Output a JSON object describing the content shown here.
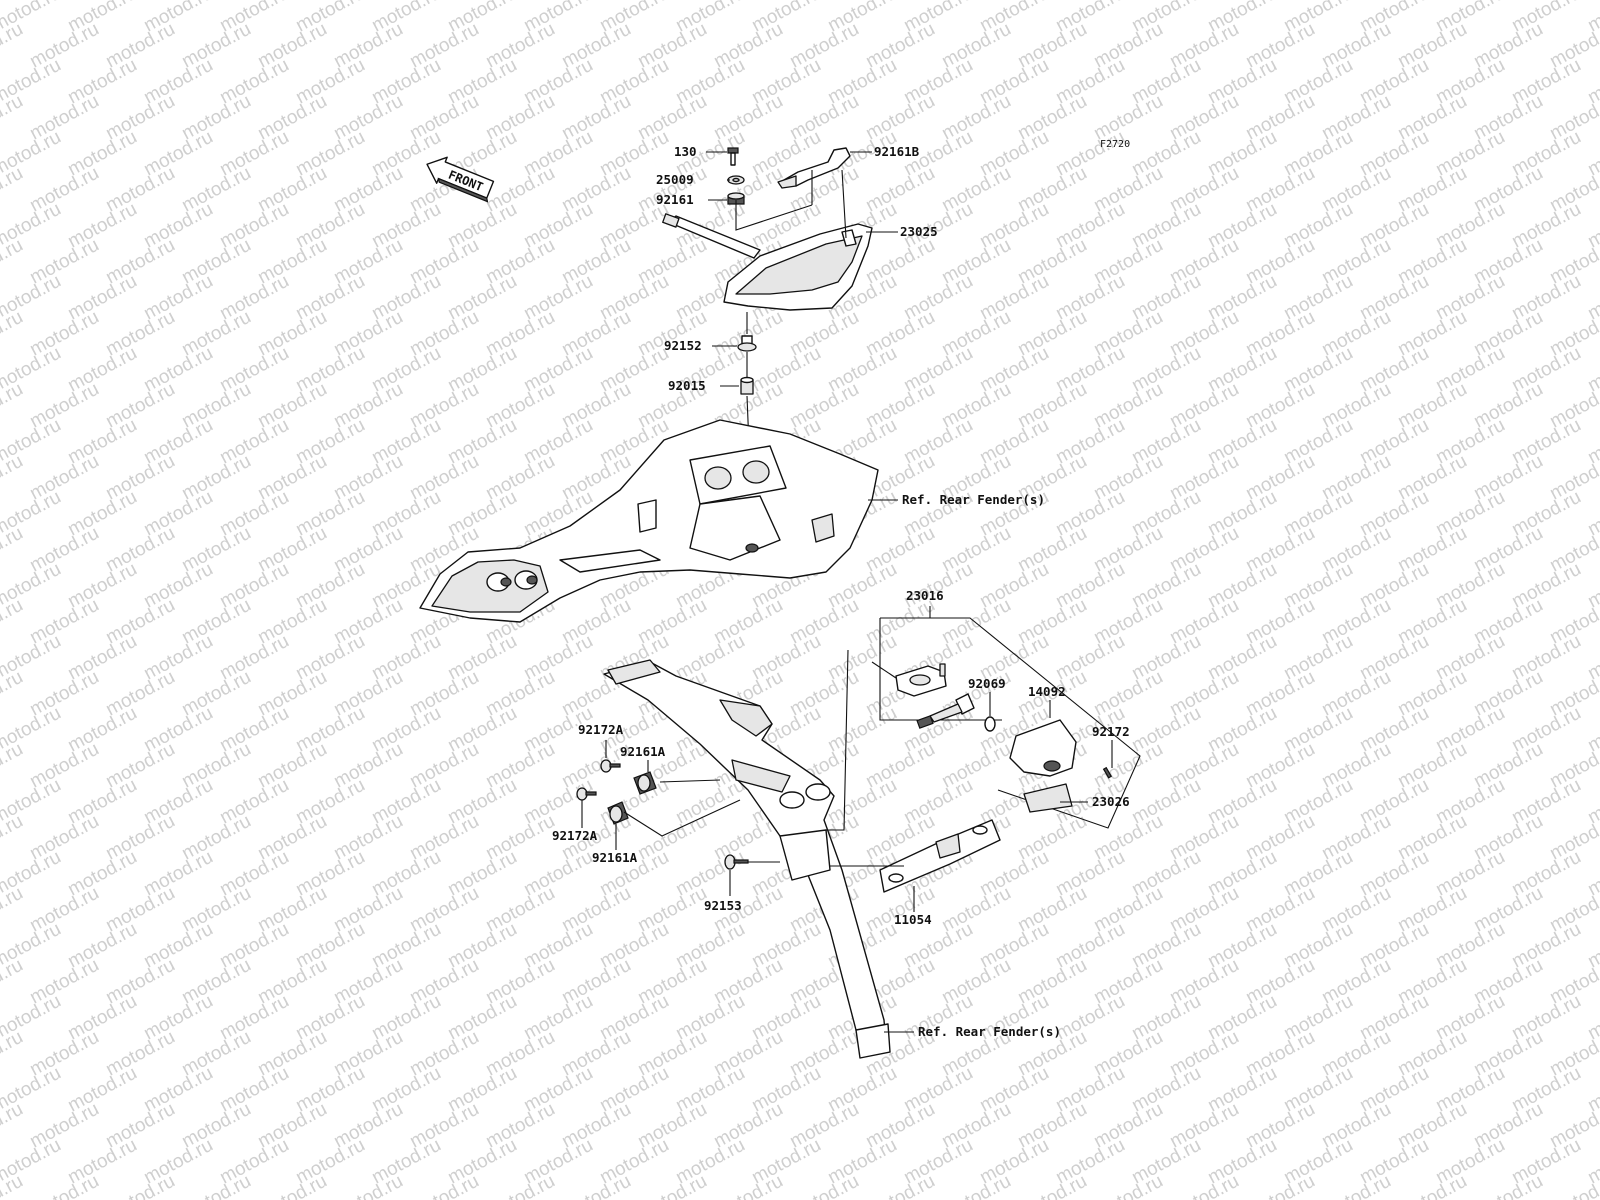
{
  "diagram_code": "F2720",
  "front_label": "FRONT",
  "watermark_text": "motod.ru",
  "labels": {
    "p130": "130",
    "p25009": "25009",
    "p92161": "92161",
    "p92161B": "92161B",
    "p23025": "23025",
    "p92152": "92152",
    "p92015": "92015",
    "ref_top": "Ref. Rear Fender(s)",
    "p23016": "23016",
    "p92069": "92069",
    "p14092": "14092",
    "p92172": "92172",
    "p23026": "23026",
    "p92172A_1": "92172A",
    "p92161A_1": "92161A",
    "p92172A_2": "92172A",
    "p92161A_2": "92161A",
    "p92153": "92153",
    "p11054": "11054",
    "ref_bottom": "Ref. Rear Fender(s)"
  }
}
